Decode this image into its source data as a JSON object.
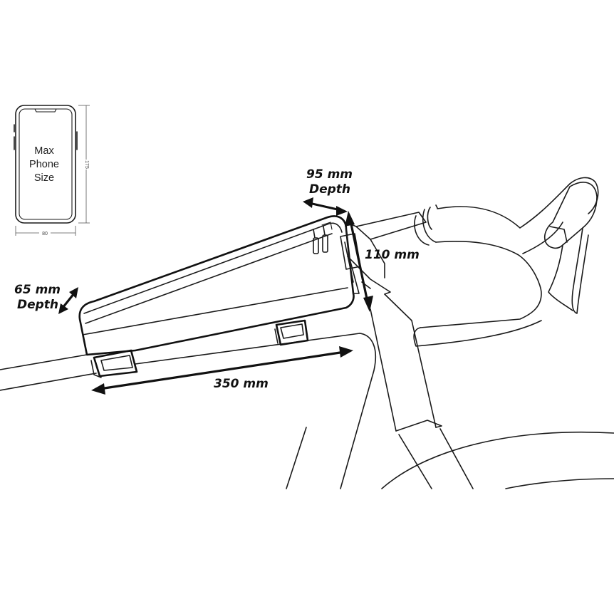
{
  "phone": {
    "label_line1": "Max",
    "label_line2": "Phone",
    "label_line3": "Size",
    "height_value": "175",
    "width_value": "80"
  },
  "dimensions": {
    "length": "350 mm",
    "height": "110 mm",
    "front_depth_value": "95 mm",
    "front_depth_word": "Depth",
    "rear_depth_value": "65 mm",
    "rear_depth_word": "Depth"
  }
}
